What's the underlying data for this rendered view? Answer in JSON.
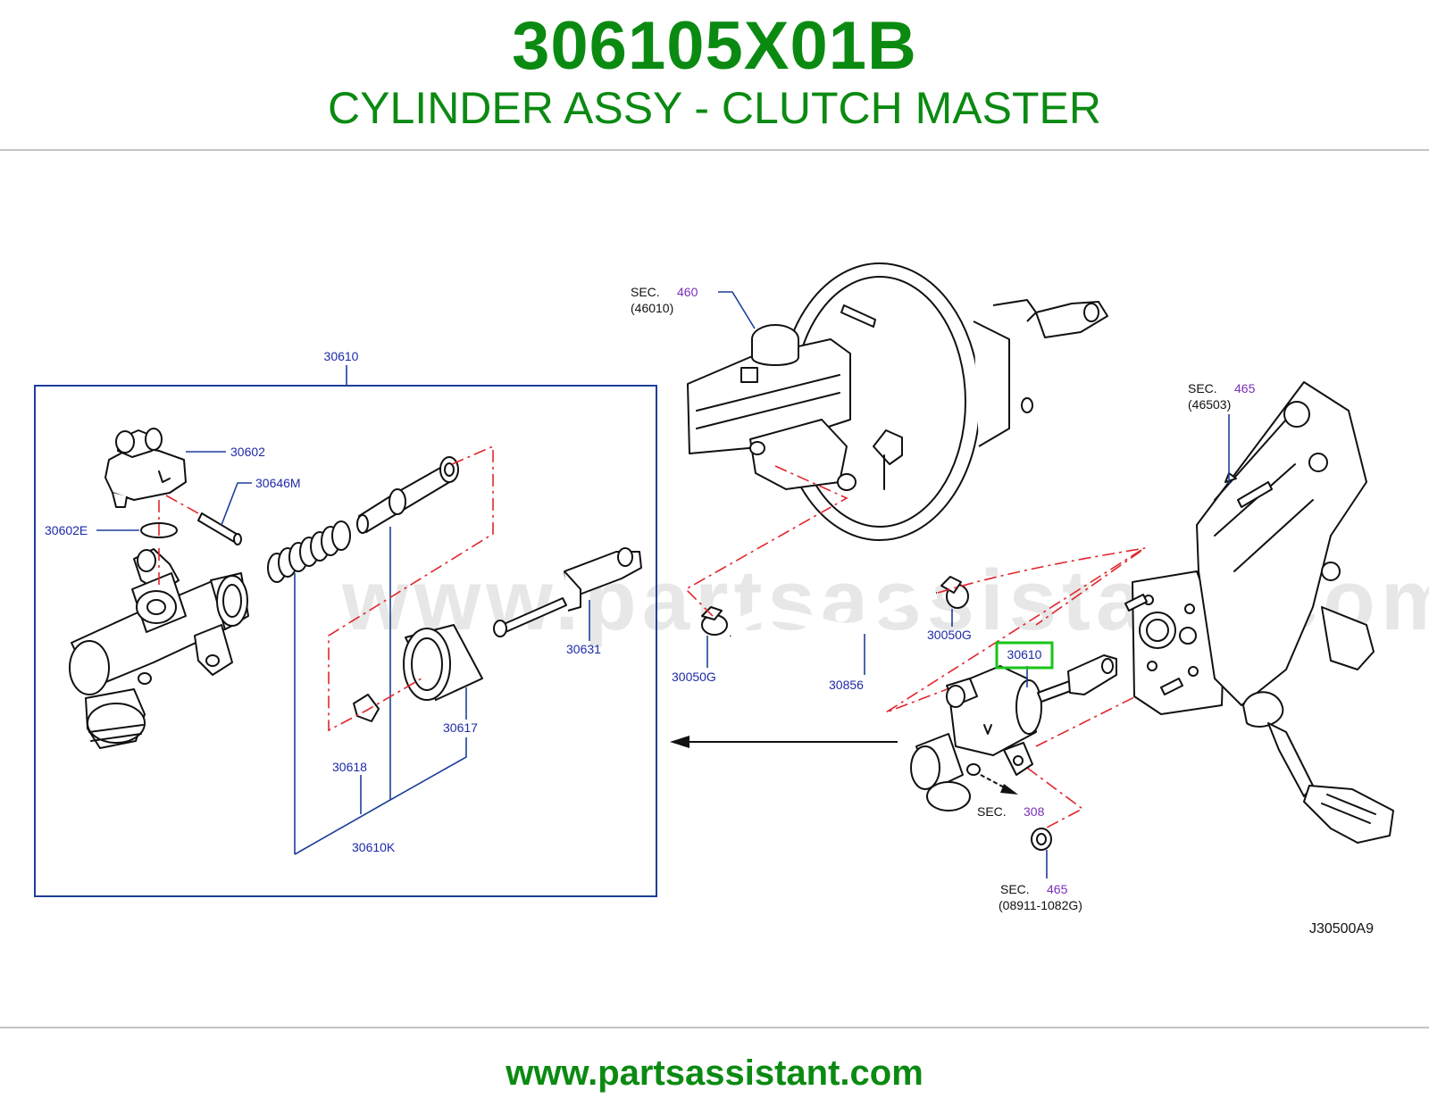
{
  "header": {
    "part_number": "306105X01B",
    "part_name": "CYLINDER ASSY - CLUTCH MASTER"
  },
  "footer": {
    "website": "www.partsassistant.com"
  },
  "watermark": "www.partsassistant.com",
  "diagram": {
    "code": "J30500A9",
    "highlight_color": "#19c419",
    "callouts": {
      "c30610_box": "30610",
      "c30602": "30602",
      "c30646M": "30646M",
      "c30602E": "30602E",
      "c30631": "30631",
      "c30617": "30617",
      "c30618": "30618",
      "c30610K": "30610K",
      "c30050G_left": "30050G",
      "c30050G_right": "30050G",
      "c30856": "30856",
      "c30610_main": "30610"
    },
    "sections": {
      "booster": {
        "prefix": "SEC.",
        "number": "460",
        "sub": "(46010)"
      },
      "pedal": {
        "prefix": "SEC.",
        "number": "465",
        "sub": "(46503)"
      },
      "pipe": {
        "prefix": "SEC.",
        "number": "308"
      },
      "nut": {
        "prefix": "SEC.",
        "number": "465",
        "sub": "(08911-1082G)"
      }
    }
  }
}
